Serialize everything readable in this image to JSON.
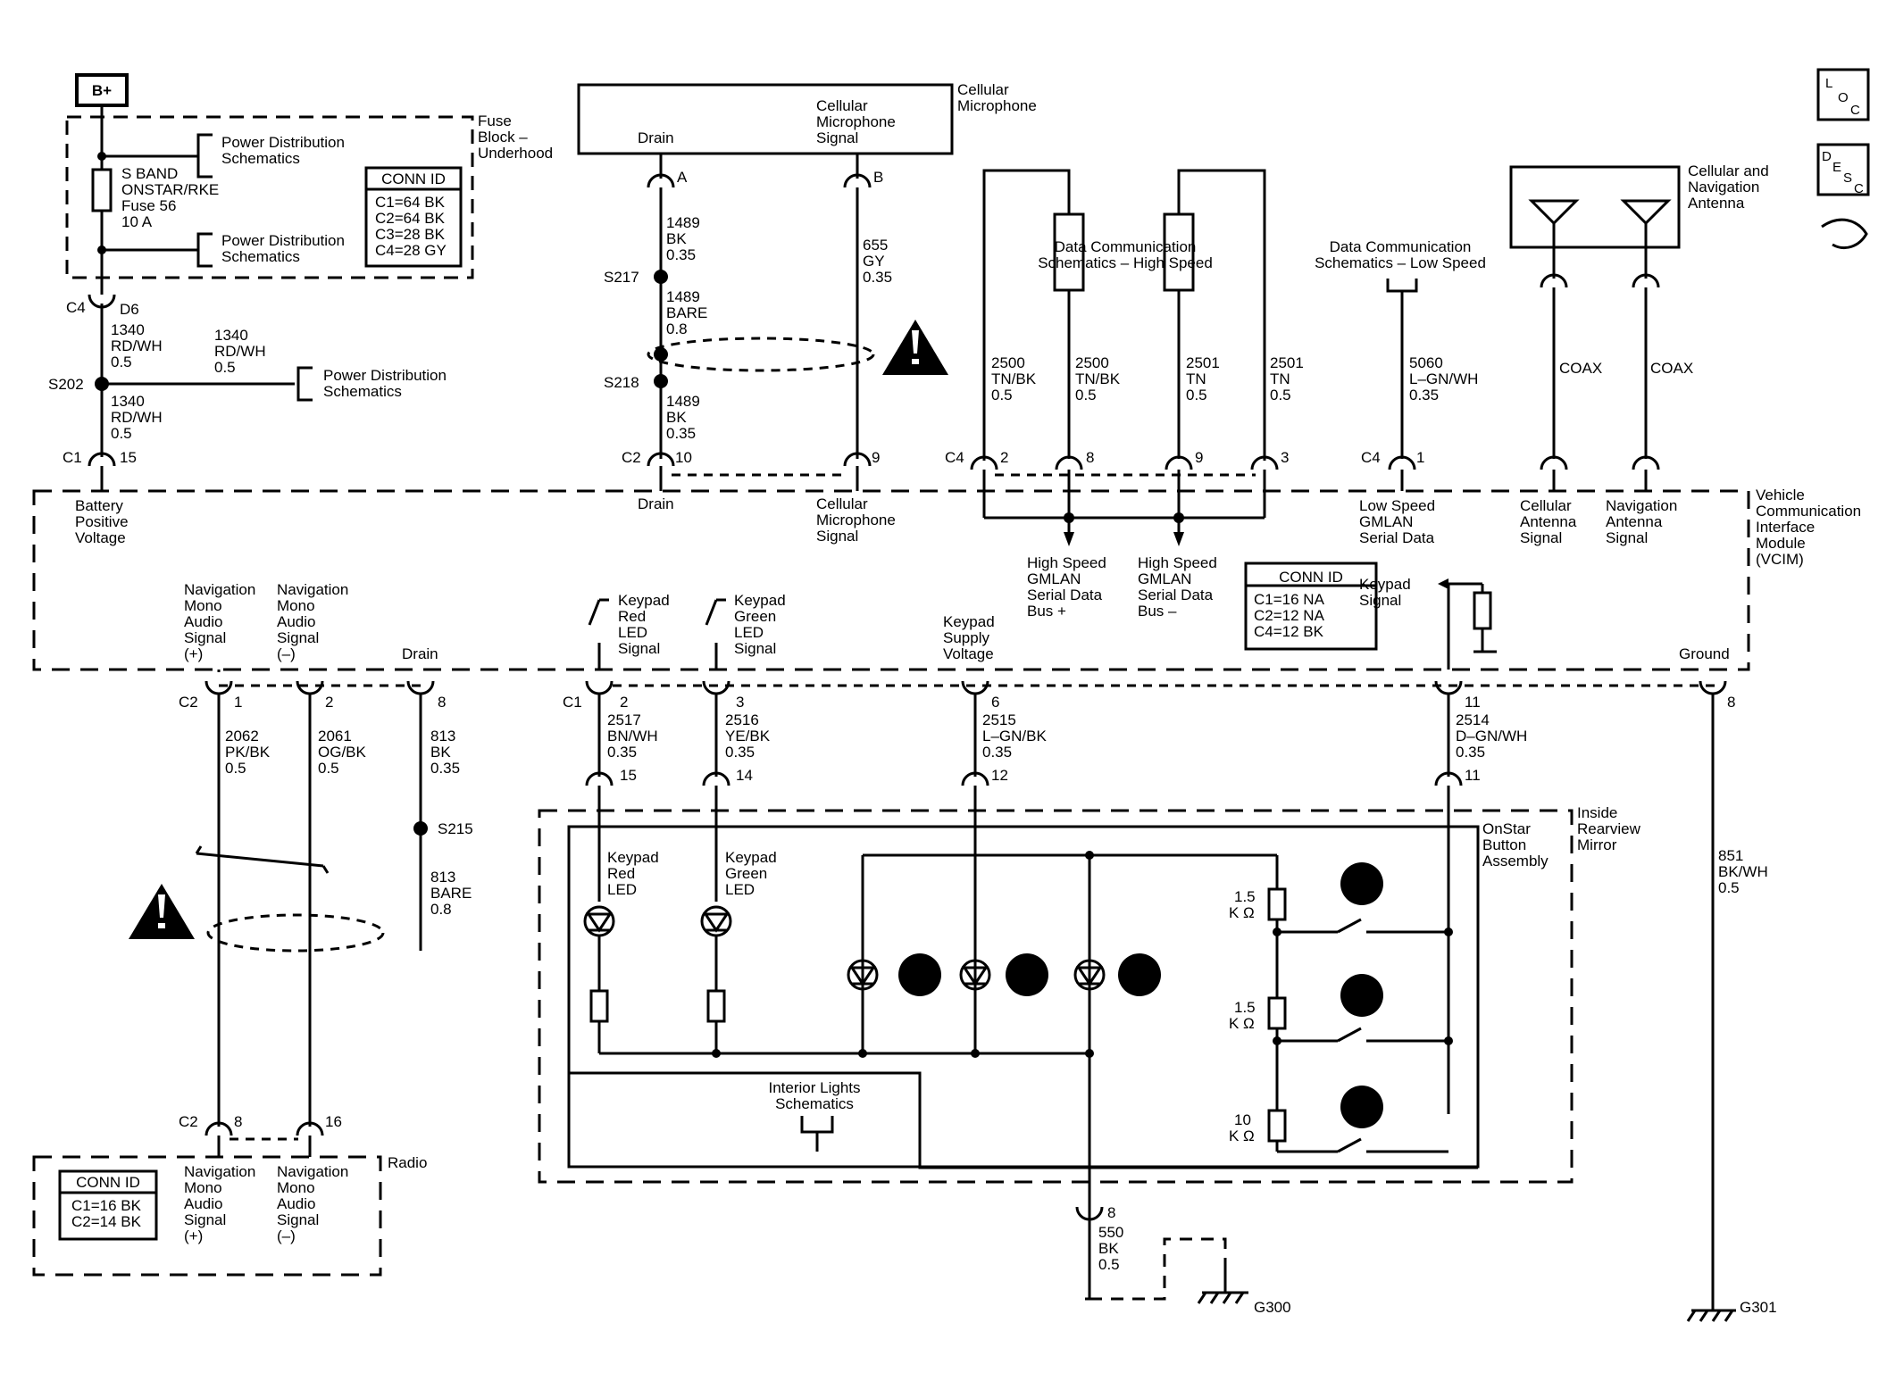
{
  "colors": {
    "ink": "#000000",
    "paper": "#ffffff"
  },
  "fuse_block": {
    "bplus": "B+",
    "title": [
      "Fuse",
      "Block –",
      "Underhood"
    ],
    "pd_top": [
      "Power Distribution",
      "Schematics"
    ],
    "pd_bottom": [
      "Power Distribution",
      "Schematics"
    ],
    "fuse": [
      "S BAND",
      "ONSTAR/RKE",
      "Fuse 56",
      "10 A"
    ],
    "conn_title": "CONN ID",
    "conn": [
      "C1=64 BK",
      "C2=64 BK",
      "C3=28 BK",
      "C4=28 GY"
    ]
  },
  "battery_feed": {
    "conn_top": "C4",
    "pin_top": "D6",
    "wire_a": [
      "1340",
      "RD/WH",
      "0.5"
    ],
    "wire_b": [
      "1340",
      "RD/WH",
      "0.5"
    ],
    "wire_c": [
      "1340",
      "RD/WH",
      "0.5"
    ],
    "splice": "S202",
    "pd": [
      "Power Distribution",
      "Schematics"
    ],
    "conn_bot": "C1",
    "pin_bot": "15"
  },
  "microphone": {
    "label_drain": "Drain",
    "label_signal": [
      "Cellular",
      "Microphone",
      "Signal"
    ],
    "title": [
      "Cellular",
      "Microphone"
    ],
    "pin_a": "A",
    "pin_b": "B",
    "wire_1": [
      "1489",
      "BK",
      "0.35"
    ],
    "wire_2": [
      "1489",
      "BARE",
      "0.8"
    ],
    "wire_3": [
      "1489",
      "BK",
      "0.35"
    ],
    "wire_4": [
      "655",
      "GY",
      "0.35"
    ],
    "splice_1": "S217",
    "splice_2": "S218",
    "conn": "C2",
    "pin_drain": "10",
    "pin_signal": "9"
  },
  "high_speed": {
    "title": [
      "Data Communication",
      "Schematics – High Speed"
    ],
    "w1": [
      "2500",
      "TN/BK",
      "0.5"
    ],
    "w2": [
      "2500",
      "TN/BK",
      "0.5"
    ],
    "w3": [
      "2501",
      "TN",
      "0.5"
    ],
    "w4": [
      "2501",
      "TN",
      "0.5"
    ],
    "conn": "C4",
    "pins": [
      "2",
      "8",
      "9",
      "3"
    ],
    "bus_plus": [
      "High Speed",
      "GMLAN",
      "Serial Data",
      "Bus +"
    ],
    "bus_minus": [
      "High Speed",
      "GMLAN",
      "Serial Data",
      "Bus –"
    ]
  },
  "low_speed": {
    "title": [
      "Data Communication",
      "Schematics – Low Speed"
    ],
    "wire": [
      "5060",
      "L–GN/WH",
      "0.35"
    ],
    "conn": "C4",
    "pin": "1",
    "label": [
      "Low Speed",
      "GMLAN",
      "Serial Data"
    ]
  },
  "antenna": {
    "title": [
      "Cellular and",
      "Navigation",
      "Antenna"
    ],
    "coax_1": "COAX",
    "coax_2": "COAX",
    "cell": [
      "Cellular",
      "Antenna",
      "Signal"
    ],
    "nav": [
      "Navigation",
      "Antenna",
      "Signal"
    ]
  },
  "icons": {
    "loc": [
      "L",
      "O",
      "C"
    ],
    "desc": [
      "D",
      "E",
      "S",
      "C"
    ]
  },
  "vcim": {
    "title": [
      "Vehicle",
      "Communication",
      "Interface",
      "Module",
      "(VCIM)"
    ],
    "battery": [
      "Battery",
      "Positive",
      "Voltage"
    ],
    "drain": "Drain",
    "mic_signal": [
      "Cellular",
      "Microphone",
      "Signal"
    ],
    "nav_plus": [
      "Navigation",
      "Mono",
      "Audio",
      "Signal",
      "(+)"
    ],
    "nav_minus": [
      "Navigation",
      "Mono",
      "Audio",
      "Signal",
      "(–)"
    ],
    "drain_2": "Drain",
    "red_led": [
      "Keypad",
      "Red",
      "LED",
      "Signal"
    ],
    "green_led": [
      "Keypad",
      "Green",
      "LED",
      "Signal"
    ],
    "supply": [
      "Keypad",
      "Supply",
      "Voltage"
    ],
    "keypad_signal": [
      "Keypad",
      "Signal"
    ],
    "ground": "Ground",
    "conn_title": "CONN ID",
    "conn": [
      "C1=16 NA",
      "C2=12 NA",
      "C4=12 BK"
    ]
  },
  "lower_wires": {
    "c2": "C2",
    "pin_1": "1",
    "pin_2": "2",
    "pin_8": "8",
    "w2062": [
      "2062",
      "PK/BK",
      "0.5"
    ],
    "w2061": [
      "2061",
      "OG/BK",
      "0.5"
    ],
    "w813": [
      "813",
      "BK",
      "0.35"
    ],
    "splice": "S215",
    "w813b": [
      "813",
      "BARE",
      "0.8"
    ],
    "c1": "C1",
    "p_2": "2",
    "p_3": "3",
    "p_6": "6",
    "p_11": "11",
    "p_gnd": "8",
    "w2517": [
      "2517",
      "BN/WH",
      "0.35"
    ],
    "w2516": [
      "2516",
      "YE/BK",
      "0.35"
    ],
    "w2515": [
      "2515",
      "L–GN/BK",
      "0.35"
    ],
    "w2514": [
      "2514",
      "D–GN/WH",
      "0.35"
    ],
    "m15": "15",
    "m14": "14",
    "m12": "12",
    "m11": "11",
    "w851": [
      "851",
      "BK/WH",
      "0.5"
    ]
  },
  "mirror": {
    "title": [
      "Inside",
      "Rearview",
      "Mirror"
    ],
    "assembly": [
      "OnStar",
      "Button",
      "Assembly"
    ],
    "red_led": [
      "Keypad",
      "Red",
      "LED"
    ],
    "green_led": [
      "Keypad",
      "Green",
      "LED"
    ],
    "r1": [
      "1.5",
      "K Ω"
    ],
    "r2": [
      "1.5",
      "K Ω"
    ],
    "r3": [
      "10",
      "K Ω"
    ],
    "interior": [
      "Interior Lights",
      "Schematics"
    ],
    "pin": "8",
    "wire": [
      "550",
      "BK",
      "0.5"
    ]
  },
  "radio": {
    "title": "Radio",
    "c2": "C2",
    "pin_8": "8",
    "pin_16": "16",
    "nav_plus": [
      "Navigation",
      "Mono",
      "Audio",
      "Signal",
      "(+)"
    ],
    "nav_minus": [
      "Navigation",
      "Mono",
      "Audio",
      "Signal",
      "(–)"
    ],
    "conn_title": "CONN ID",
    "conn": [
      "C1=16 BK",
      "C2=14 BK"
    ]
  },
  "grounds": {
    "g300": "G300",
    "g301": "G301"
  }
}
